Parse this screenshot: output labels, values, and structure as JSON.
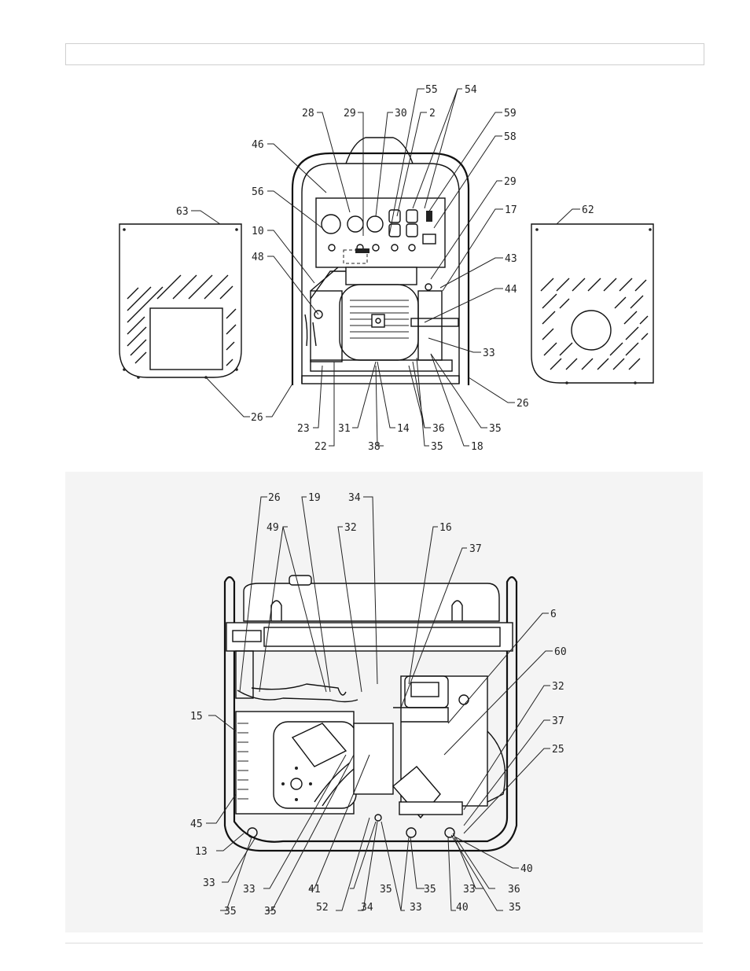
{
  "header": {
    "text": ""
  },
  "top_view": {
    "labels": [
      {
        "id": "55",
        "text": "55"
      },
      {
        "id": "54",
        "text": "54"
      },
      {
        "id": "28",
        "text": "28"
      },
      {
        "id": "29a",
        "text": "29"
      },
      {
        "id": "30",
        "text": "30"
      },
      {
        "id": "2",
        "text": "2"
      },
      {
        "id": "59",
        "text": "59"
      },
      {
        "id": "58",
        "text": "58"
      },
      {
        "id": "46",
        "text": "46"
      },
      {
        "id": "29b",
        "text": "29"
      },
      {
        "id": "56",
        "text": "56"
      },
      {
        "id": "17",
        "text": "17"
      },
      {
        "id": "63",
        "text": "63"
      },
      {
        "id": "62",
        "text": "62"
      },
      {
        "id": "10",
        "text": "10"
      },
      {
        "id": "43",
        "text": "43"
      },
      {
        "id": "48",
        "text": "48"
      },
      {
        "id": "44",
        "text": "44"
      },
      {
        "id": "33",
        "text": "33"
      },
      {
        "id": "26a",
        "text": "26"
      },
      {
        "id": "26b",
        "text": "26"
      },
      {
        "id": "23",
        "text": "23"
      },
      {
        "id": "31",
        "text": "31"
      },
      {
        "id": "14",
        "text": "14"
      },
      {
        "id": "36",
        "text": "36"
      },
      {
        "id": "35a",
        "text": "35"
      },
      {
        "id": "22",
        "text": "22"
      },
      {
        "id": "38",
        "text": "38"
      },
      {
        "id": "35b",
        "text": "35"
      },
      {
        "id": "18",
        "text": "18"
      }
    ]
  },
  "bottom_view": {
    "labels": [
      {
        "id": "26",
        "text": "26"
      },
      {
        "id": "19",
        "text": "19"
      },
      {
        "id": "34a",
        "text": "34"
      },
      {
        "id": "49",
        "text": "49"
      },
      {
        "id": "32a",
        "text": "32"
      },
      {
        "id": "16",
        "text": "16"
      },
      {
        "id": "37a",
        "text": "37"
      },
      {
        "id": "6",
        "text": "6"
      },
      {
        "id": "60",
        "text": "60"
      },
      {
        "id": "15",
        "text": "15"
      },
      {
        "id": "32b",
        "text": "32"
      },
      {
        "id": "37b",
        "text": "37"
      },
      {
        "id": "25",
        "text": "25"
      },
      {
        "id": "45",
        "text": "45"
      },
      {
        "id": "13",
        "text": "13"
      },
      {
        "id": "40a",
        "text": "40"
      },
      {
        "id": "33a",
        "text": "33"
      },
      {
        "id": "33b",
        "text": "33"
      },
      {
        "id": "41",
        "text": "41"
      },
      {
        "id": "35a",
        "text": "35"
      },
      {
        "id": "35b",
        "text": "35"
      },
      {
        "id": "33c",
        "text": "33"
      },
      {
        "id": "36",
        "text": "36"
      },
      {
        "id": "35c",
        "text": "35"
      },
      {
        "id": "35d",
        "text": "35"
      },
      {
        "id": "52",
        "text": "52"
      },
      {
        "id": "34b",
        "text": "34"
      },
      {
        "id": "33d",
        "text": "33"
      },
      {
        "id": "40b",
        "text": "40"
      },
      {
        "id": "35e",
        "text": "35"
      }
    ]
  }
}
